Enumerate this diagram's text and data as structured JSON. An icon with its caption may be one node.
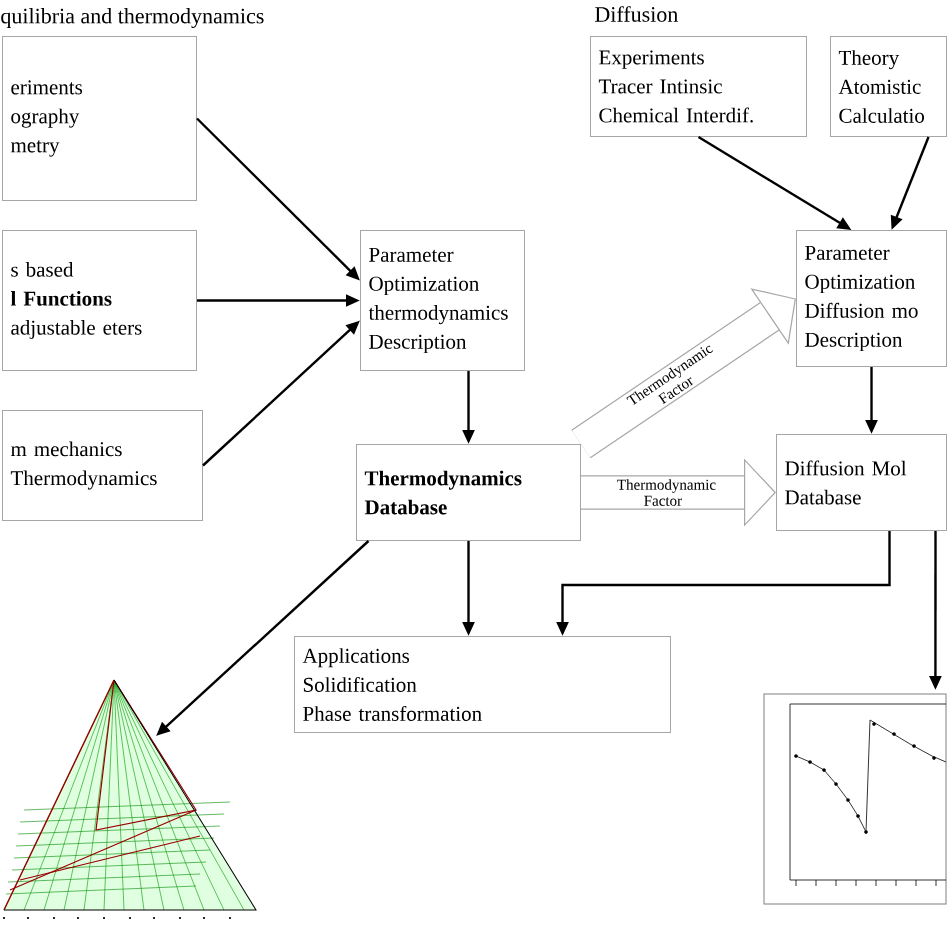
{
  "diagram": {
    "nodes": [
      {
        "text": [
          "eriments ography metry"
        ]
      },
      {
        "text": [
          "s based",
          "**l Functions** adjustable eters"
        ]
      },
      {
        "text": [
          "m mechanics Thermodynamics"
        ]
      },
      {
        "text": [
          "Parameter",
          "Optimization thermodynamics Description"
        ]
      },
      {
        "text": [
          "Experiments",
          "Tracer Intinsic Chemical Interdif."
        ]
      },
      {
        "text": [
          "Theory",
          "Atomistic Calculatio"
        ]
      },
      {
        "text": [
          "Parameter",
          "Optimization Diffusion mo Description"
        ]
      },
      {
        "text": [
          "Thermodynamics",
          "Database"
        ]
      },
      {
        "text": [
          "Diffusion Mol",
          "Database"
        ]
      },
      {
        "text": [
          "Applications",
          "Solidification",
          "Phase transformation"
        ]
      },
      {
        "text": [],
        "shape": "picture"
      },
      {
        "text": [],
        "shape": "picture"
      }
    ],
    "edges": [
      {
        "from": 0,
        "to": 3,
        "arrow": "to"
      },
      {
        "from": 1,
        "to": 3,
        "arrow": "to"
      },
      {
        "from": 2,
        "to": 3,
        "arrow": "to"
      },
      {
        "from": 3,
        "to": 7,
        "arrow": "to"
      },
      {
        "from": 4,
        "to": 6,
        "arrow": "to"
      },
      {
        "from": 5,
        "to": 6,
        "arrow": "to"
      },
      {
        "from": 6,
        "to": 8,
        "arrow": "to"
      },
      {
        "from": 7,
        "to": 6,
        "arrow": "to",
        "label": "Thermodynamic Factor",
        "style": "thick",
        "color": "#a6a6a6"
      },
      {
        "from": 7,
        "to": 8,
        "arrow": "to",
        "label": "Thermodynamic Factor",
        "style": "thick",
        "color": "#a6a6a6"
      },
      {
        "from": 7,
        "to": 10,
        "arrow": "to"
      },
      {
        "from": 7,
        "to": 9,
        "arrow": "to"
      },
      {
        "from": 8,
        "to": 9,
        "arrow": "to"
      },
      {
        "from": 8,
        "to": 11,
        "arrow": "to"
      }
    ],
    "labels": [
      "quilibria and thermodynamics",
      "Diffusion"
    ]
  }
}
